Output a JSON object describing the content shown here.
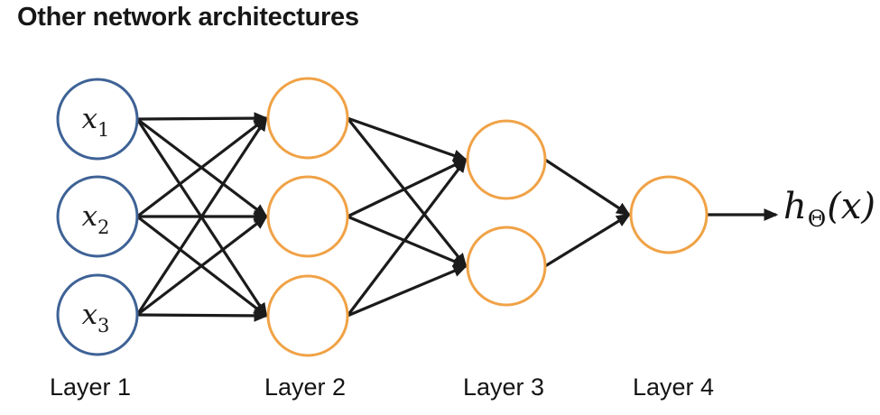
{
  "title": "Other network architectures",
  "colors": {
    "input_node_stroke": "#3e6296",
    "hidden_node_stroke": "#f0a246",
    "node_fill": "#ffffff",
    "edge": "#1b1b1b",
    "text": "#141414"
  },
  "network": {
    "layers": [
      {
        "label": "Layer 1",
        "type": "input",
        "node_labels": [
          {
            "base": "x",
            "sub": "1"
          },
          {
            "base": "x",
            "sub": "2"
          },
          {
            "base": "x",
            "sub": "3"
          }
        ]
      },
      {
        "label": "Layer 2",
        "type": "hidden",
        "node_count": 3
      },
      {
        "label": "Layer 3",
        "type": "hidden",
        "node_count": 2
      },
      {
        "label": "Layer 4",
        "type": "hidden",
        "node_count": 1
      }
    ],
    "connections": "fully-connected-adjacent-layers",
    "output_label": {
      "base": "h",
      "sub": "Θ",
      "args": "(x)"
    }
  }
}
